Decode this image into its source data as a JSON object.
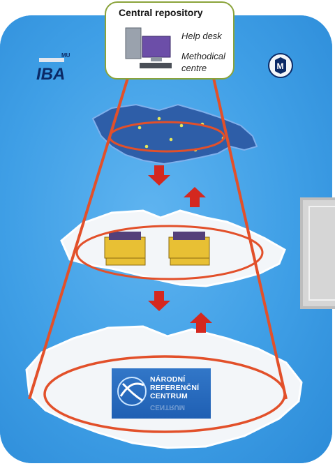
{
  "repository": {
    "title": "Central repository",
    "items": [
      "Help desk",
      "Methodical centre"
    ]
  },
  "logos": {
    "iba_top": "MU",
    "iba_main": "IBA"
  },
  "nrc": {
    "line1": "NÁRODNÍ",
    "line2": "REFERENČNÍ",
    "line3": "CENTRUM",
    "mirror": "CENTRUM"
  },
  "colors": {
    "background": "#3f9fe6",
    "highlight": "#e2502a",
    "arrow": "#d4281f",
    "box_border": "#8aa33a"
  }
}
